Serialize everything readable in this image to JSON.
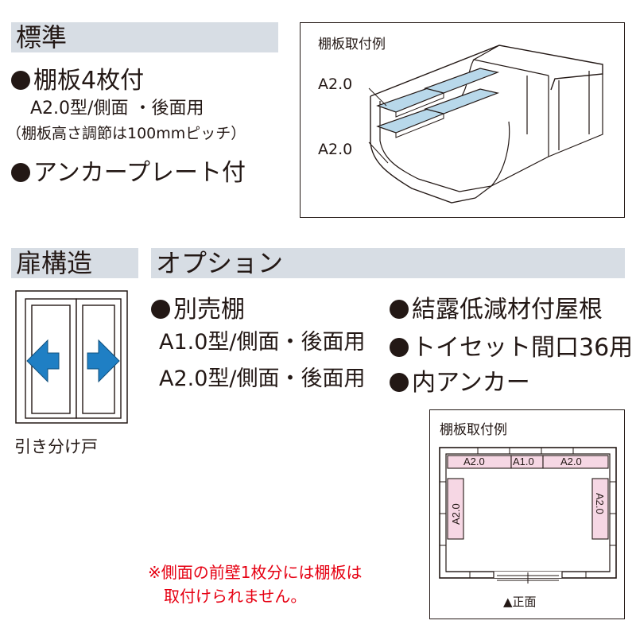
{
  "standard": {
    "heading": "標準",
    "items": [
      {
        "text": "棚板4枚付"
      },
      {
        "text": "A2.0型/側面 ・後面用"
      },
      {
        "text": "（棚板高さ調節は100mmピッチ）"
      },
      {
        "text": "アンカープレート付"
      }
    ]
  },
  "diagram_top": {
    "title": "棚板取付例",
    "label_upper": "A2.0",
    "label_lower": "A2.0"
  },
  "door": {
    "heading": "扉構造",
    "caption": "引き分け戸"
  },
  "option": {
    "heading": "オプション",
    "left_items": [
      {
        "text": "別売棚"
      },
      {
        "text": "A1.0型/側面・後面用"
      },
      {
        "text": "A2.0型/側面・後面用"
      }
    ],
    "right_items": [
      {
        "text": "結露低減材付屋根"
      },
      {
        "text": "トイセット間口36用"
      },
      {
        "text": "内アンカー"
      }
    ]
  },
  "diagram_bottom": {
    "title": "棚板取付例",
    "top_shelves": [
      "A2.0",
      "A1.0",
      "A2.0"
    ],
    "left_shelf": "A2.0",
    "right_shelf": "A2.0",
    "front_label": "▲正面"
  },
  "notice": {
    "line1": "※側面の前壁1枚分には棚板は",
    "line2": "取付けられません。"
  },
  "colors": {
    "section_bar": "#d7dde4",
    "shelf_blue": "#b8d8ea",
    "shelf_pink": "#f6d7e4",
    "arrow_blue": "#1f7fc4",
    "notice_red": "#e60012"
  }
}
